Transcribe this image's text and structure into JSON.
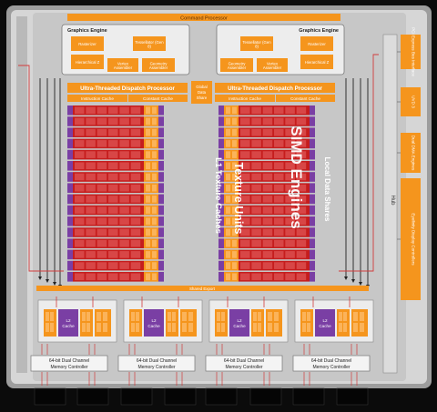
{
  "command_processor": "Command Processor",
  "graphics_engines": [
    {
      "title": "Graphics Engine",
      "blocks": [
        "Rasterizer",
        "Tessellator (Gen 8)",
        "Hierarchical Z",
        "Vertex Assembler",
        "Geometry Assembler"
      ]
    },
    {
      "title": "Graphics Engine",
      "blocks": [
        "Tessellator (Gen 8)",
        "Rasterizer",
        "Geometry Assembler",
        "Vertex Assembler",
        "Hierarchical Z"
      ]
    }
  ],
  "dispatch": [
    {
      "title": "Ultra-Threaded Dispatch Processor",
      "caches": [
        "Instruction Cache",
        "Constant Cache"
      ]
    },
    {
      "title": "Ultra-Threaded Dispatch Processor",
      "caches": [
        "Instruction Cache",
        "Constant Cache"
      ]
    }
  ],
  "global_data_share": "Global Data Share",
  "simd_label": "SIMD Engines",
  "texture_units_label": "Texture Units",
  "l1_caches_label": "L1 Texture Caches",
  "local_data_shares_label": "Local Data Shares",
  "crossbar": "Shared Export",
  "l2_label": "L2 Cache",
  "memory_controllers": [
    "64-bit Dual Channel Memory Controller",
    "64-bit Dual Channel Memory Controller",
    "64-bit Dual Channel Memory Controller",
    "64-bit Dual Channel Memory Controller"
  ],
  "hub": "Hub",
  "right_blocks": [
    "PCI Express Bus Interface",
    "UVD 3",
    "Dual DMA Engines",
    "Eyefinity Display Controllers"
  ],
  "colors": {
    "background": "#0b0b0b",
    "frame": "#9d9d9d",
    "panel": "#d6d6d6",
    "orange": "#f5951d",
    "red": "#c51d1d",
    "purple": "#7a3fa4",
    "lane_line": "#222222",
    "bus_line": "#d23b3b"
  },
  "chip_row": {
    "rows": 16,
    "cells_per_row": 6
  }
}
